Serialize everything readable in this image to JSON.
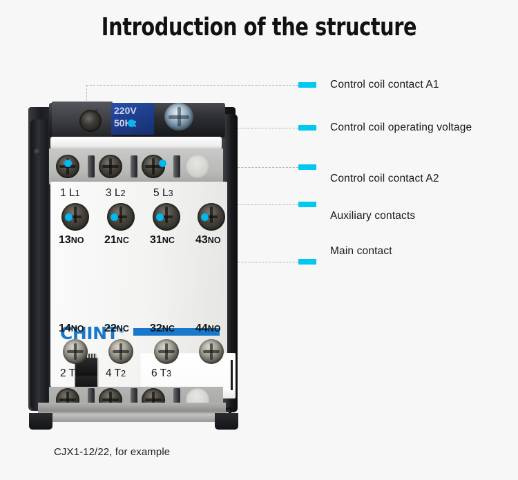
{
  "page": {
    "title": "Introduction of the structure",
    "caption": "CJX1-12/22, for example",
    "background_color": "#f7f7f7",
    "accent_color": "#00c8f0",
    "brand_color": "#1878cc"
  },
  "callouts": [
    {
      "label": "Control coil contact A1",
      "marker": "cyan-dash"
    },
    {
      "label": "Control coil operating voltage",
      "marker": "cyan-dash"
    },
    {
      "label": "Control coil contact A2",
      "marker": "cyan-dash"
    },
    {
      "label": "Auxiliary contacts",
      "marker": "cyan-dash"
    },
    {
      "label": "Main contact",
      "marker": "cyan-dash"
    }
  ],
  "device": {
    "brand": "CHINT",
    "brand_reg": "®",
    "model": "CJX1-12/22",
    "coil_terminal_top": "A1",
    "voltage_line1": "220V",
    "voltage_line2": "50Hz",
    "main_terminals_top": [
      {
        "number": "1",
        "phase": "L",
        "phase_index": "1"
      },
      {
        "number": "3",
        "phase": "L",
        "phase_index": "2"
      },
      {
        "number": "5",
        "phase": "L",
        "phase_index": "3"
      }
    ],
    "main_terminals_bottom": [
      {
        "number": "2",
        "phase": "T",
        "phase_index": "1"
      },
      {
        "number": "4",
        "phase": "T",
        "phase_index": "2"
      },
      {
        "number": "6",
        "phase": "T",
        "phase_index": "3"
      }
    ],
    "aux_contacts_upper": [
      {
        "number": "13",
        "type": "NO"
      },
      {
        "number": "21",
        "type": "NC"
      },
      {
        "number": "31",
        "type": "NC"
      },
      {
        "number": "43",
        "type": "NO"
      }
    ],
    "aux_contacts_lower": [
      {
        "number": "14",
        "type": "NO"
      },
      {
        "number": "22",
        "type": "NC"
      },
      {
        "number": "32",
        "type": "NC"
      },
      {
        "number": "44",
        "type": "NO"
      }
    ]
  }
}
